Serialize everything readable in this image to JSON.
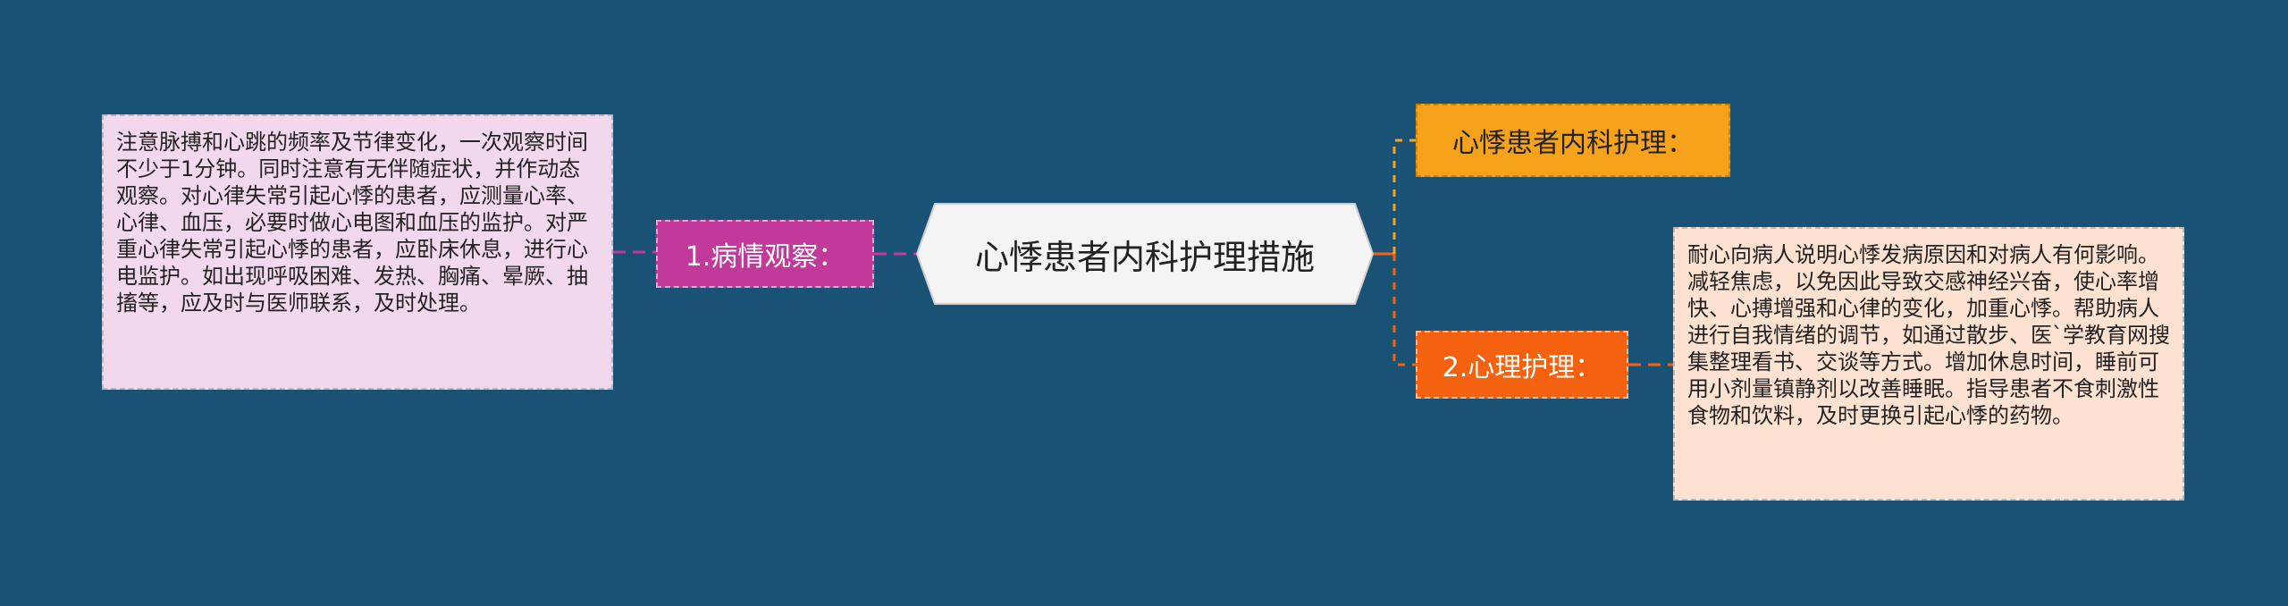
{
  "central": {
    "title": "心悸患者内科护理措施"
  },
  "branches": [
    {
      "label": "1.病情观察：",
      "color": "#c0399b"
    },
    {
      "label": "心悸患者内科护理：",
      "color": "#f7a21b"
    },
    {
      "label": "2.心理护理：",
      "color": "#f5620f"
    }
  ],
  "details": {
    "observe": "注意脉搏和心跳的频率及节律变化，一次观察时间不少于1分钟。同时注意有无伴随症状，并作动态观察。对心律失常引起心悸的患者，应测量心率、心律、血压，必要时做心电图和血压的监护。对严重心律失常引起心悸的患者，应卧床休息，进行心电监护。如出现呼吸困难、发热、胸痛、晕厥、抽搐等，应及时与医师联系，及时处理。",
    "psych": "耐心向病人说明心悸发病原因和对病人有何影响。减轻焦虑，以免因此导致交感神经兴奋，使心率增快、心搏增强和心律的变化，加重心悸。帮助病人进行自我情绪的调节，如通过散步、医`学教育网搜集整理看书、交谈等方式。增加休息时间，睡前可用小剂量镇静剂以改善睡眠。指导患者不食刺激性食物和饮料，及时更换引起心悸的药物。"
  },
  "colors": {
    "background": "#1a5276",
    "central_fill": "#f4f4f4",
    "observe_link": "#c0399b",
    "internal_link": "#f7a21b",
    "psych_link": "#f5620f"
  }
}
